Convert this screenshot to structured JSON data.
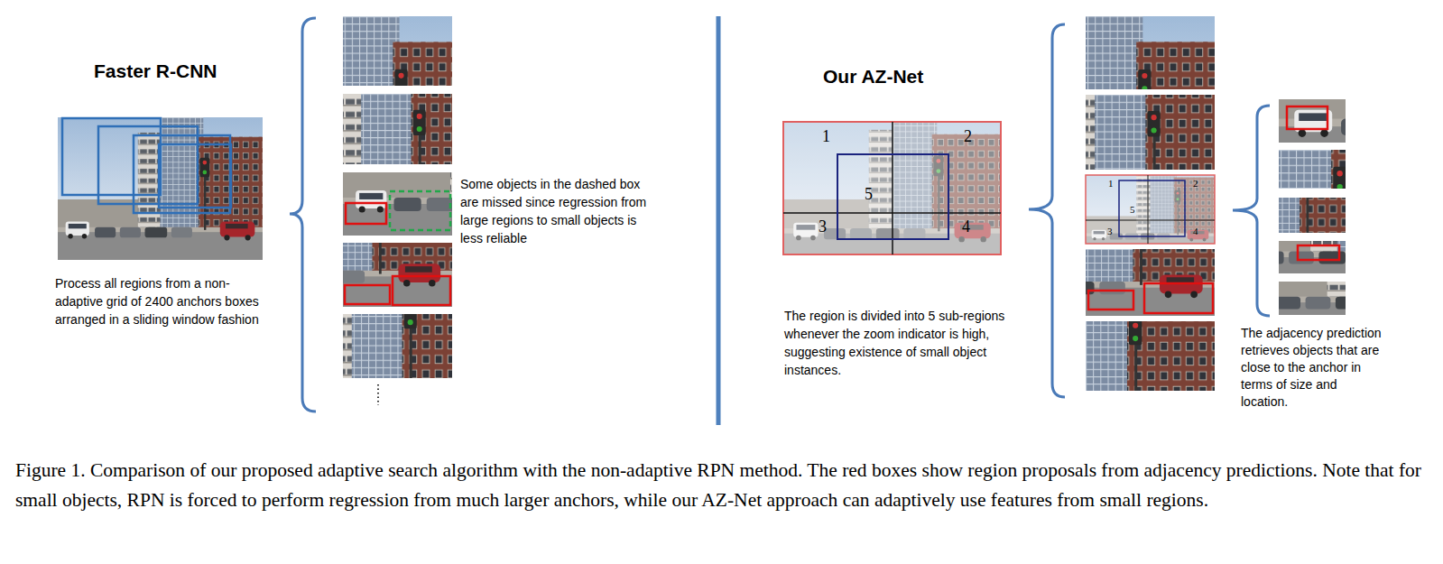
{
  "diagram": {
    "caption": "Figure 1. Comparison of our proposed adaptive search algorithm with the non-adaptive RPN method. The red boxes show region proposals from adjacency predictions. Note that for small objects, RPN is forced to perform regression from much larger anchors, while our AZ-Net approach can adaptively use features from small regions.",
    "labels": [
      "Faster R-CNN",
      "Process all regions from a non-adaptive grid of 2400 anchors boxes arranged in a sliding window fashion",
      "Some objects in the dashed box are missed since regression from large regions to small objects is less reliable",
      "Our AZ-Net",
      "1",
      "2",
      "5",
      "3",
      "4",
      "The region is divided into 5 sub-regions whenever the zoom indicator is high, suggesting existence of small object instances.",
      "1",
      "2",
      "5",
      "3",
      "4",
      "The adjacency prediction retrieves objects that are close to the anchor in terms of size and location."
    ]
  }
}
